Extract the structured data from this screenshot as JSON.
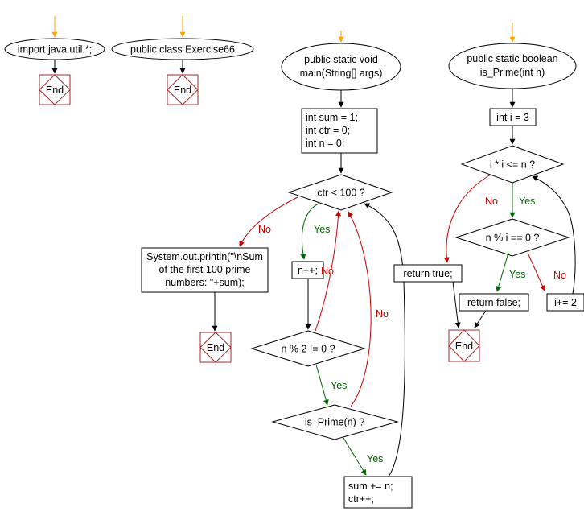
{
  "colors": {
    "start_arrow": "#ffa500",
    "yes": "#006400",
    "no": "#cc0000",
    "plain": "#000000",
    "end_border": "#a52a2a"
  },
  "nodes": {
    "import": "import java.util.*;",
    "class": "public class Exercise66",
    "main_line1": "public static void",
    "main_line2": "main(String[] args)",
    "init_line1": "int sum = 1;",
    "init_line2": "int ctr = 0;",
    "init_line3": "int n = 0;",
    "cond_ctr": "ctr < 100 ?",
    "print_line1": "System.out.println(\"\\nSum",
    "print_line2": "of the first 100 prime",
    "print_line3": "numbers: \"+sum);",
    "n_inc": "n++;",
    "cond_mod2": "n % 2 != 0 ?",
    "cond_prime": "is_Prime(n) ?",
    "sum_line1": "sum += n;",
    "sum_line2": "ctr++;",
    "isprime_line1": "public static boolean",
    "isprime_line2": "is_Prime(int n)",
    "int_i": "int i = 3",
    "cond_ii": "i * i <= n ?",
    "cond_ni": "n % i == 0 ?",
    "return_true": "return true;",
    "return_false": "return false;",
    "i_inc": "i+= 2",
    "end": "End"
  },
  "labels": {
    "yes": "Yes",
    "no": "No"
  }
}
